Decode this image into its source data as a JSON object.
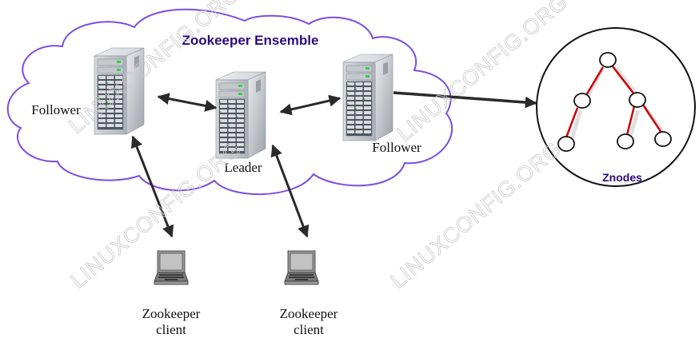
{
  "diagram": {
    "title": "Zookeeper Ensemble",
    "colors": {
      "cloud_stroke": "#7c4ddf",
      "title_text": "#2b0a7a",
      "arrow": "#2a2a2a",
      "tree_edge": "#cc0000",
      "znodes_text": "#2b0a7a",
      "watermark": "#c9c9c9"
    },
    "servers": [
      {
        "id": "follower-1",
        "role": "Follower"
      },
      {
        "id": "leader",
        "role": "Leader"
      },
      {
        "id": "follower-2",
        "role": "Follower"
      }
    ],
    "clients": [
      {
        "id": "client-1",
        "line1": "Zookeeper",
        "line2": "client"
      },
      {
        "id": "client-2",
        "line1": "Zookeeper",
        "line2": "client"
      }
    ],
    "znodes": {
      "label": "Znodes",
      "tree": {
        "root": 1,
        "level1": 2,
        "leaves": 3
      }
    },
    "connections": [
      {
        "from": "follower-1",
        "to": "leader",
        "type": "bidirectional"
      },
      {
        "from": "leader",
        "to": "follower-2",
        "type": "bidirectional"
      },
      {
        "from": "follower-2",
        "to": "znodes",
        "type": "directed"
      },
      {
        "from": "follower-1",
        "to": "client-1",
        "type": "bidirectional"
      },
      {
        "from": "leader",
        "to": "client-2",
        "type": "bidirectional"
      }
    ],
    "watermark": "LINUXCONFIG.ORG"
  }
}
